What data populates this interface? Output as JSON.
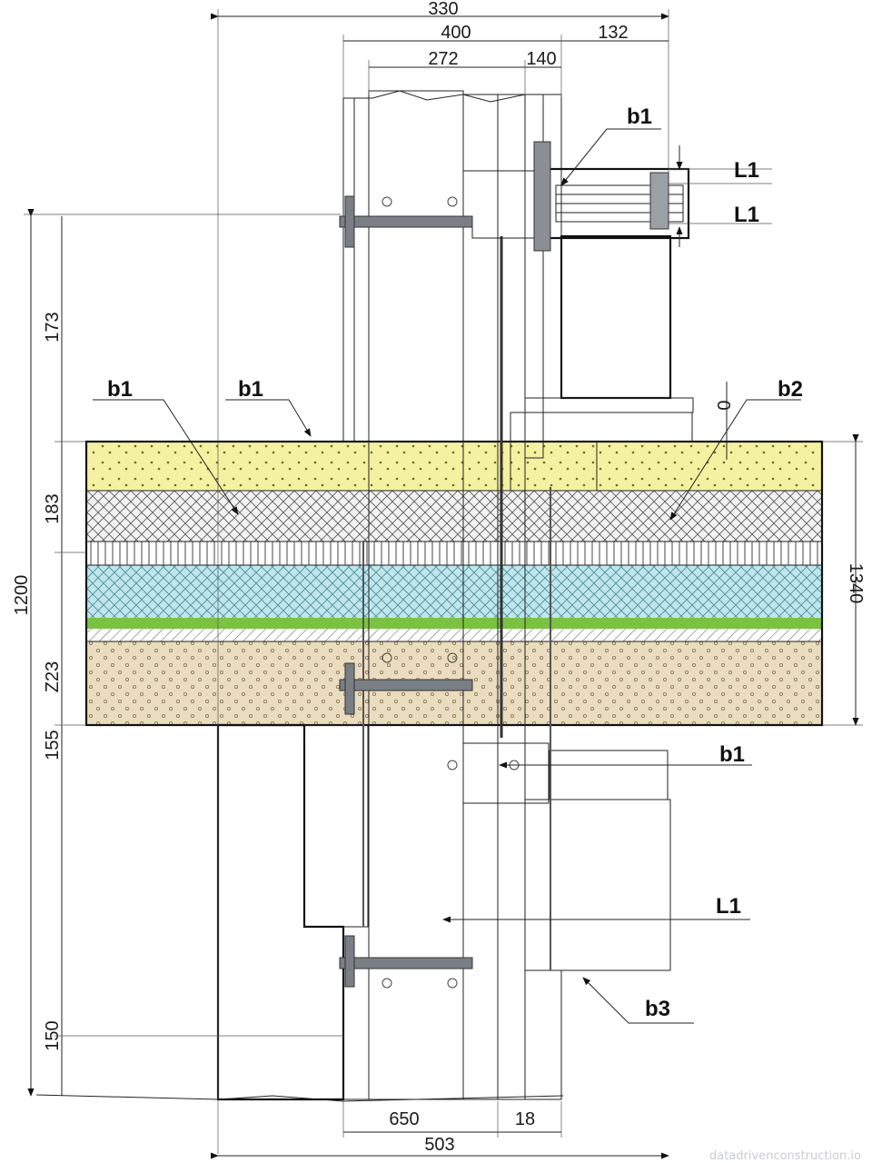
{
  "dimensions": {
    "top": [
      "330",
      "400",
      "272",
      "140",
      "132"
    ],
    "bottom": [
      "650",
      "18",
      "503"
    ],
    "left": [
      "173",
      "183",
      "1200",
      "Z23",
      "155",
      "150"
    ],
    "right": [
      "1340"
    ],
    "small": [
      "0"
    ]
  },
  "labels": {
    "b1_top": "b1",
    "l1_upper": "L1",
    "l1_lower": "L1",
    "b1_left_a": "b1",
    "b1_left_b": "b1",
    "b2": "b2",
    "b1_mid": "b1",
    "l1_mid": "L1",
    "b3": "b3"
  },
  "watermark": "datadrivenconstruction.io",
  "colors": {
    "insulation_yellow": "#f4f1a0",
    "concrete": "#dde1e4",
    "membrane_blue": "#bfe6ec",
    "green_layer": "#7cc242",
    "soil_beige": "#eadcbf",
    "steel": "#7a7f86"
  }
}
